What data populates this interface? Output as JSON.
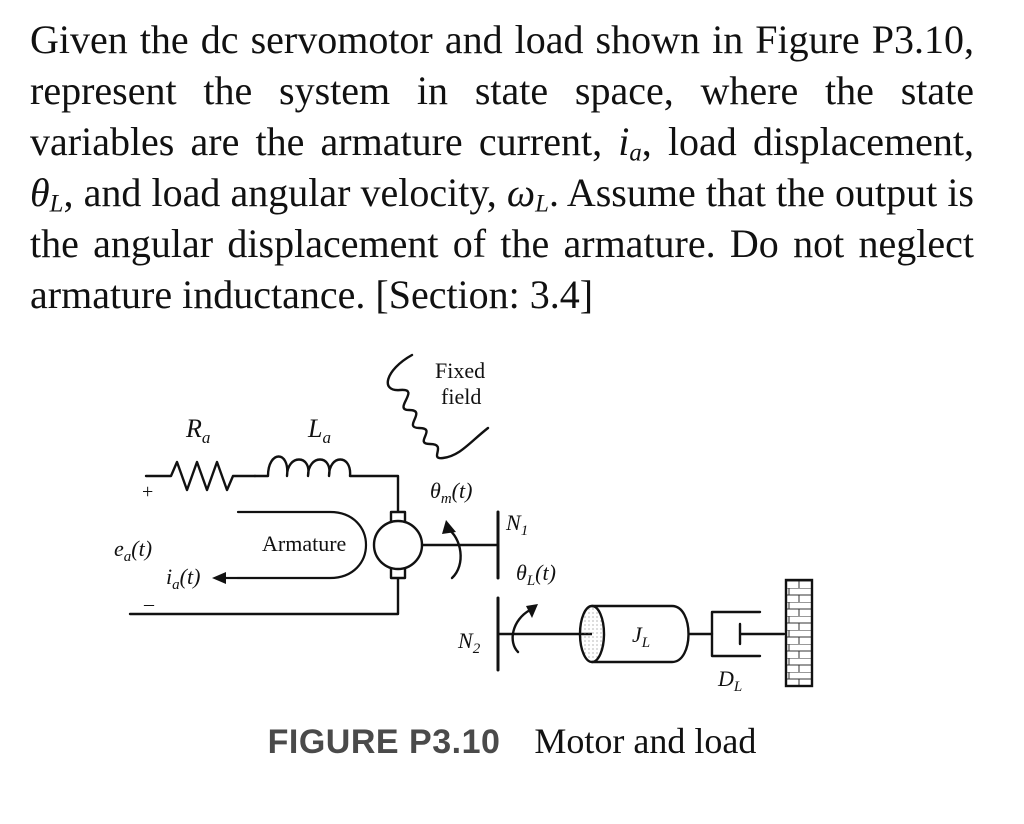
{
  "problem": {
    "text_1": "Given the dc servomotor and load shown in Figure P3.10, represent the system in state space, where the state variables are the armature current, ",
    "var_ia_base": "i",
    "var_ia_sub": "a",
    "text_2": ", load displacement, ",
    "var_thetaL_base": "θ",
    "var_thetaL_sub": "L",
    "text_3": ", and load angular velocity, ",
    "var_omegaL_base": "ω",
    "var_omegaL_sub": "L",
    "text_4": ". Assume that the output is the angular displacement of the armature. Do not neglect armature inductance. [Section: 3.4]"
  },
  "figure": {
    "fixed_field_line1": "Fixed",
    "fixed_field_line2": "field",
    "Ra_base": "R",
    "Ra_sub": "a",
    "La_base": "L",
    "La_sub": "a",
    "plus": "+",
    "minus": "–",
    "ea_base": "e",
    "ea_sub": "a",
    "ea_arg": "(t)",
    "ia_base": "i",
    "ia_sub": "a",
    "ia_arg": "(t)",
    "armature": "Armature",
    "theta_m_base": "θ",
    "theta_m_sub": "m",
    "theta_m_arg": "(t)",
    "N1_base": "N",
    "N1_sub": "1",
    "theta_L_base": "θ",
    "theta_L_sub": "L",
    "theta_L_arg": "(t)",
    "N2_base": "N",
    "N2_sub": "2",
    "JL_base": "J",
    "JL_sub": "L",
    "DL_base": "D",
    "DL_sub": "L"
  },
  "caption": {
    "number": "FIGURE P3.10",
    "text": "Motor and load"
  }
}
